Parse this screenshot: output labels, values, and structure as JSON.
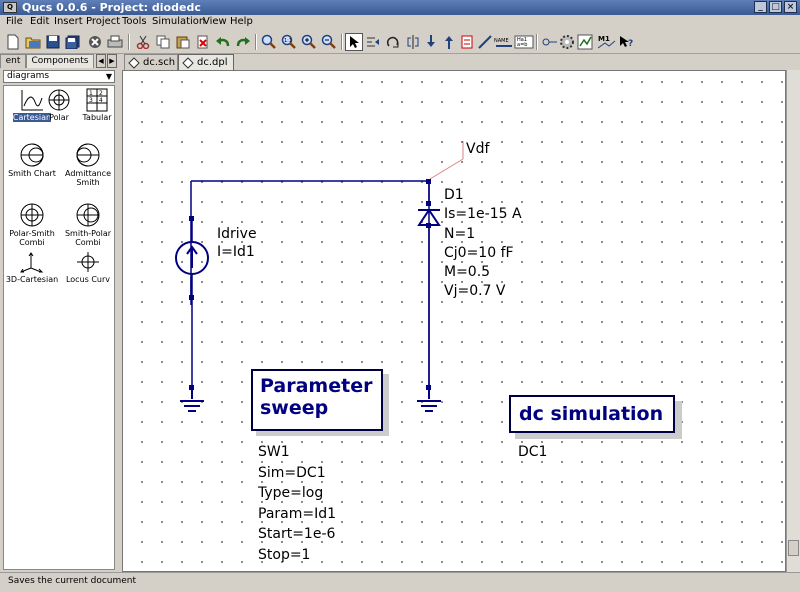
{
  "window": {
    "title": "Qucs 0.0.6 - Project: diodedc",
    "app_icon": "Q"
  },
  "menu": [
    "File",
    "Edit",
    "Insert",
    "Project",
    "Tools",
    "Simulation",
    "View",
    "Help"
  ],
  "side_tabs": {
    "left": "ent",
    "right": "Components"
  },
  "combo": {
    "value": "diagrams"
  },
  "diagrams": [
    {
      "label": "Cartesian",
      "icon": "cartesian-icon"
    },
    {
      "label": "Polar",
      "icon": "polar-icon"
    },
    {
      "label": "Tabular",
      "icon": "tabular-icon"
    },
    {
      "label": "Smith Chart",
      "icon": "smith-chart-icon"
    },
    {
      "label": "Admittance Smith",
      "icon": "admittance-smith-icon"
    },
    {
      "label": "Polar-Smith Combi",
      "icon": "polar-smith-icon"
    },
    {
      "label": "Smith-Polar Combi",
      "icon": "smith-polar-icon"
    },
    {
      "label": "3D-Cartesian",
      "icon": "3d-cartesian-icon"
    },
    {
      "label": "Locus Curv",
      "icon": "locus-curve-icon"
    }
  ],
  "doc_tabs": [
    {
      "label": "dc.sch"
    },
    {
      "label": "dc.dpl"
    }
  ],
  "schematic": {
    "vdf_label": "Vdf",
    "source": {
      "name": "Idrive",
      "param": "I=Id1"
    },
    "diode": [
      "D1",
      "Is=1e-15 A",
      "N=1",
      "Cj0=10 fF",
      "M=0.5",
      "Vj=0.7 V"
    ],
    "sweep": {
      "title_line1": "Parameter",
      "title_line2": "sweep",
      "params": [
        "SW1",
        "Sim=DC1",
        "Type=log",
        "Param=Id1",
        "Start=1e-6",
        "Stop=1"
      ]
    },
    "dc_sim": {
      "title": "dc simulation",
      "name": "DC1"
    }
  },
  "status": "Saves the current document"
}
